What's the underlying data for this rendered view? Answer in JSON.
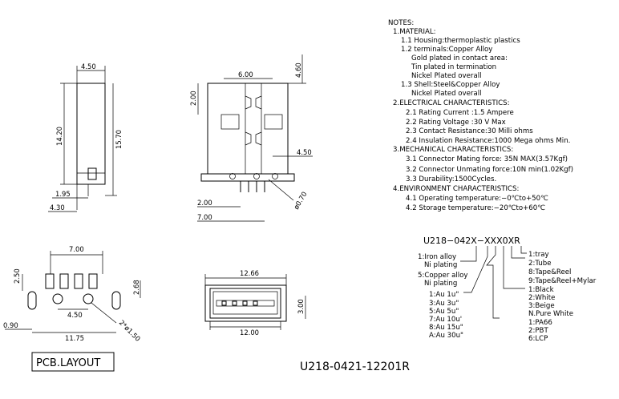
{
  "notes": {
    "header": "NOTES:",
    "lines": [
      "1.MATERIAL:",
      "1.1  Housing:thermoplastic  plastics",
      "1.2  terminals:Copper  Alloy",
      "Gold  plated  in  contact  area:",
      "Tin  plated  in  termination",
      "Nickel  Plated  overall",
      "1.3  Shell:Steel&Copper  Alloy",
      "Nickel  Plated  overall",
      "2.ELECTRICAL  CHARACTERISTICS:",
      "2.1  Rating  Current  :1.5  Ampere",
      "2.2  Rating  Voltage  :30  V  Max",
      "2.3  Contact  Resistance:30  Milli  ohms",
      "2.4  Insulation  Resistance:1000  Mega  ohms  Min.",
      "3.MECHANICAL  CHARACTERISTICS:",
      "3.1  Connector  Mating  force:  35N  MAX(3.57Kgf)",
      "3.2  Connector  Unmating  force:10N  min(1.02Kgf)",
      "3.3  Durability:1500Cycles.",
      "4.ENVIRONMENT  CHARACTERISTICS:",
      "4.1  Operating  temperature:−0℃to+50℃",
      "4.2  Storage  temperature:−20℃to+60℃"
    ]
  },
  "part_code": {
    "code": "U218−042X−XXX0XR",
    "material": [
      "1:Iron  alloy",
      "Ni  plating",
      "5:Copper  alloy",
      "Ni  plating"
    ],
    "plating": [
      "1:Au  1u\"",
      "3:Au  3u\"",
      "5:Au  5u\"",
      "7:Au  10u'",
      "8:Au  15u\"",
      "A:Au  30u\""
    ],
    "packing": [
      "1:tray",
      "2:Tube",
      "8:Tape&Reel",
      "9:Tape&Reel+Mylar"
    ],
    "color": [
      "1:Black",
      "2:White",
      "3:Beige",
      "N.Pure  White"
    ],
    "housing": [
      "1:PA66",
      "2:PBT",
      "6:LCP"
    ]
  },
  "dimensions": {
    "side_width": "4.50",
    "side_height_1": "14.20",
    "side_height_2": "15.70",
    "side_bottom_1": "1.95",
    "side_bottom_2": "4.30",
    "top_width": "6.00",
    "top_height": "4.60",
    "top_left": "2.00",
    "top_right": "4.50",
    "pin_pitch": "2.00",
    "pin_span": "7.00",
    "pin_dia": "ø0.70",
    "pcb_top": "7.00",
    "pcb_left": "2.50",
    "pcb_right": "2.68",
    "pcb_mid": "4.50",
    "pcb_edge": "0.90",
    "pcb_total": "11.75",
    "pcb_hole": "2*ø1.50",
    "front_width_top": "12.66",
    "front_width_bottom": "12.00",
    "front_height": "3.00"
  },
  "pcb_layout_label": "PCB.LAYOUT",
  "part_number": "U218-0421-12201R"
}
